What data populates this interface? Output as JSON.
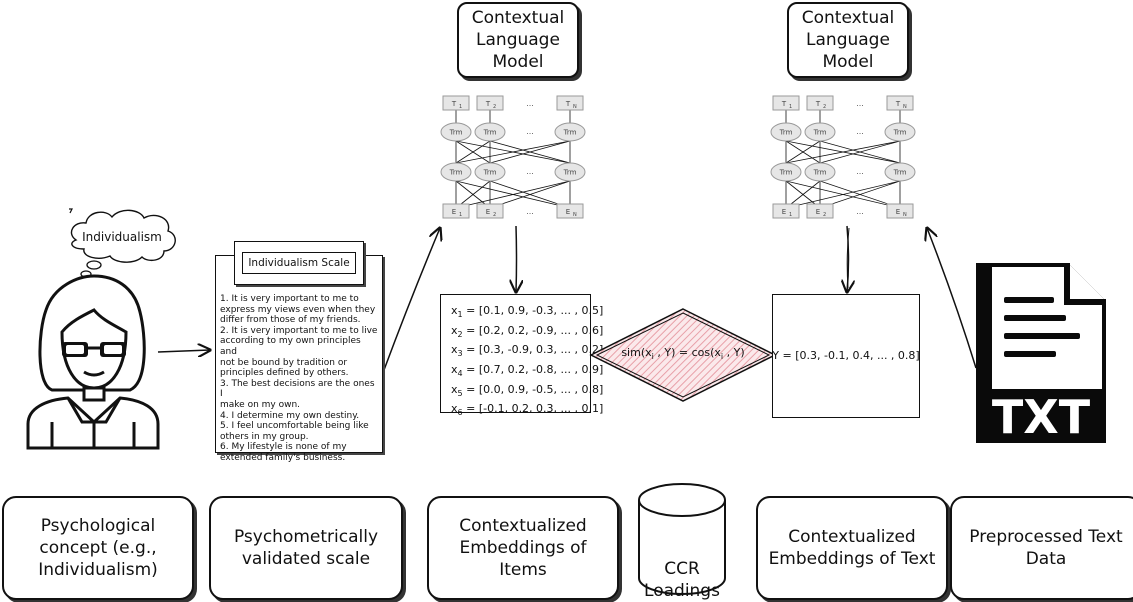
{
  "concept_bubble": "Individualism",
  "scale": {
    "title": "Individualism Scale",
    "items": "1. It is very important to me to\nexpress my views even when they\ndiffer from those of my friends.\n2. It is very important to me to live\naccording to my own principles and\nnot be bound by tradition or\nprinciples defined by others.\n3. The best decisions are the ones I\nmake on my own.\n4. I determine my own destiny.\n5. I feel uncomfortable being like\nothers in my group.\n6. My lifestyle is none of my\nextended family's business."
  },
  "language_model_left": "Contextual\nLanguage\nModel",
  "language_model_right": "Contextual\nLanguage\nModel",
  "network_labels": {
    "t1": "T",
    "t2": "T",
    "tn": "T",
    "t1_sub": "1",
    "t2_sub": "2",
    "tn_sub": "N",
    "trm": "Trm",
    "ellipsis": "...",
    "e1": "E",
    "e2": "E",
    "en": "E",
    "e1_sub": "1",
    "e2_sub": "2",
    "en_sub": "N"
  },
  "item_vectors": [
    {
      "var": "x",
      "sub": "1",
      "value": " = [0.1, 0.9, -0.3, ... , 0.5]"
    },
    {
      "var": "x",
      "sub": "2",
      "value": " = [0.2, 0.2, -0.9, ... , 0.6]"
    },
    {
      "var": "x",
      "sub": "3",
      "value": " = [0.3, -0.9, 0.3, ... , 0.2]"
    },
    {
      "var": "x",
      "sub": "4",
      "value": " = [0.7, 0.2, -0.8, ... , 0.9]"
    },
    {
      "var": "x",
      "sub": "5",
      "value": " = [0.0, 0.9, -0.5, ... , 0.8]"
    },
    {
      "var": "x",
      "sub": "6",
      "value": " = [-0.1, 0.2, 0.3, ... , 0.1]"
    }
  ],
  "similarity": {
    "prefix": "sim(x",
    "sub1": "i",
    "mid": " , Y) = cos(x",
    "sub2": "i",
    "suffix": " , Y)"
  },
  "text_vector": "Y = [0.3, -0.1, 0.4, ... , 0.8]",
  "txt_icon_label": "TXT",
  "captions": {
    "psych_concept": "Psychological\nconcept (e.g.,\nIndividualism)",
    "validated_scale": "Psychometrically\nvalidated scale",
    "item_embeddings": "Contextualized\nEmbeddings of\nItems",
    "ccr_loadings": "CCR\nLoadings",
    "text_embeddings": "Contextualized\nEmbeddings of Text",
    "preprocessed_text": "Preprocessed Text\nData"
  },
  "colors": {
    "stroke": "#111111",
    "hatch": "#e8a0a8",
    "node_fill": "#e6e6e6",
    "node_stroke": "#9a9a9a"
  }
}
